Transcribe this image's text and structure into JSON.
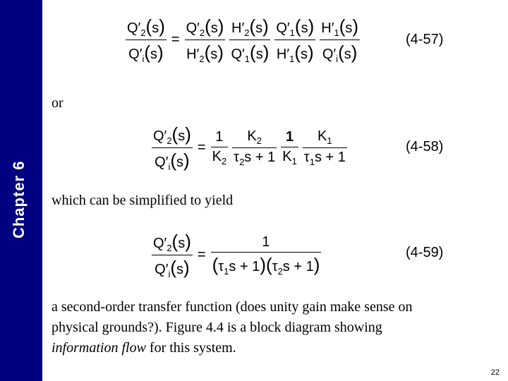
{
  "sidebar": {
    "chapter_label": "Chapter 6"
  },
  "equations": {
    "eq57": {
      "number": "(4-57)"
    },
    "eq58": {
      "number": "(4-58)"
    },
    "eq59": {
      "number": "(4-59)"
    }
  },
  "text": {
    "or": "or",
    "simplified": "which can be simplified to yield",
    "line1": "a second-order transfer function (does unity gain make sense on",
    "line2": "physical grounds?). Figure 4.4 is a block diagram showing",
    "line3_italic": "information flow",
    "line3_rest": " for this system."
  },
  "page_number": "22",
  "colors": {
    "sidebar": "#000080",
    "sidebar_text": "#ffffff"
  }
}
